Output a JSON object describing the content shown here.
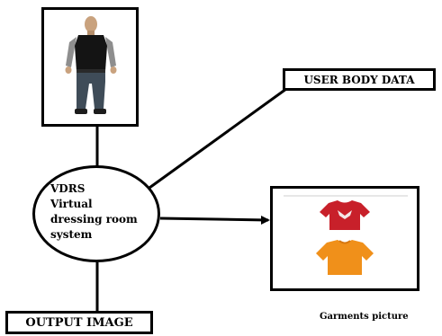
{
  "diagram": {
    "center_node": {
      "line1": "VDRS",
      "line2": "Virtual",
      "line3": "dressing room",
      "line4": "system"
    },
    "user_body_label": "USER BODY DATA",
    "output_label": "OUTPUT IMAGE",
    "garments_caption": "Garments picture",
    "person_picture": "person-figure",
    "garment_items": [
      "red-tshirt",
      "orange-tshirt"
    ],
    "colors": {
      "line": "#000000",
      "shirt_red": "#c8202a",
      "shirt_orange": "#f0901a",
      "vest": "#141414",
      "jeans": "#3f4c58",
      "sleeves": "#8e8e8e"
    }
  }
}
